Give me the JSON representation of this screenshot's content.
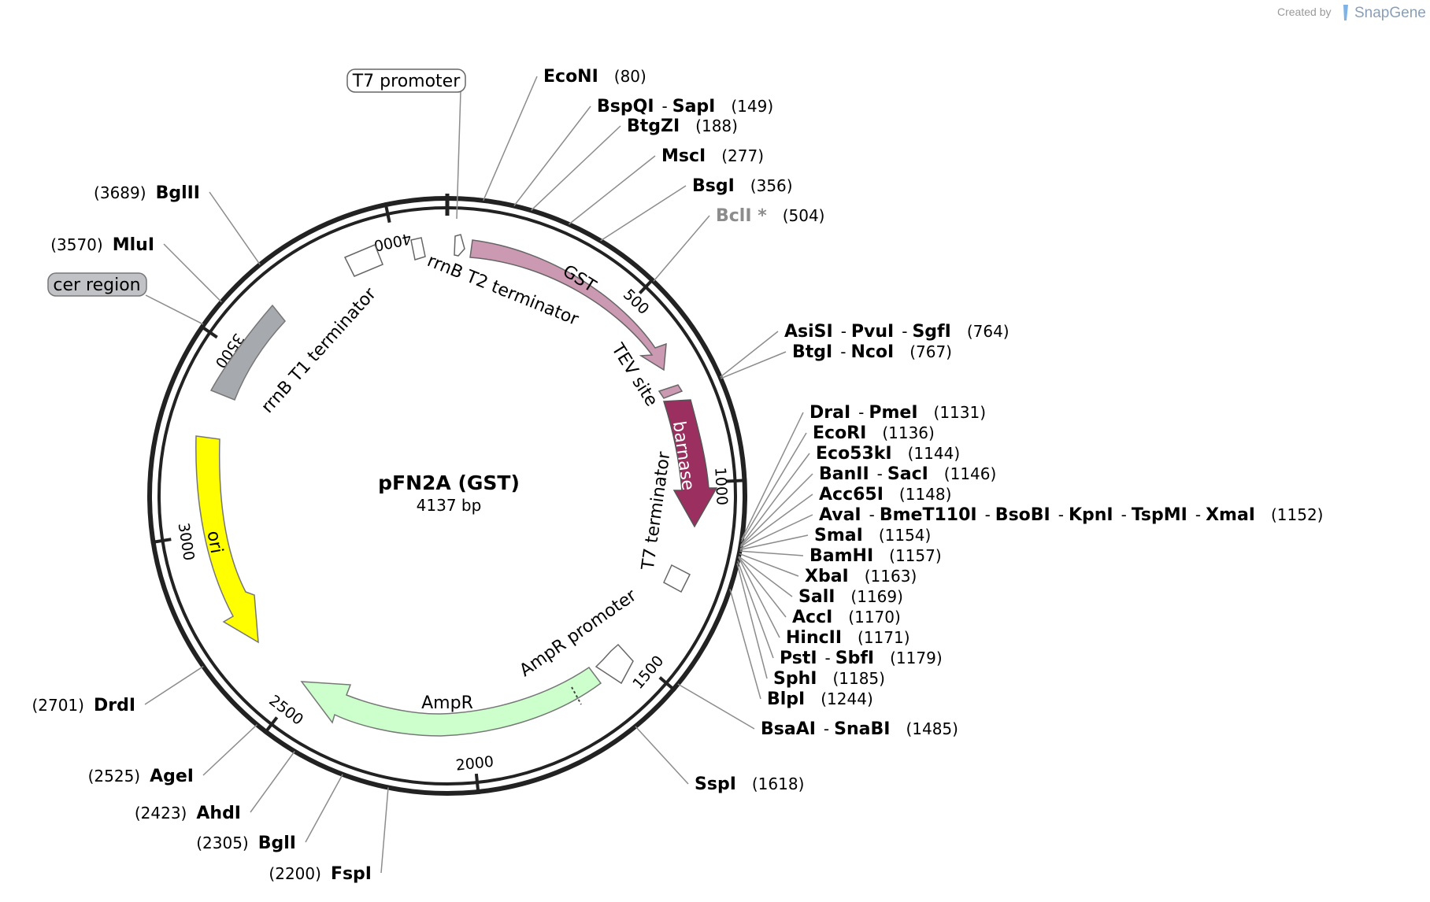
{
  "credit": {
    "prefix": "Created by",
    "brand": "SnapGene"
  },
  "plasmid": {
    "name": "pFN2A (GST)",
    "size": "4137 bp"
  },
  "ticks": [
    "500",
    "1000",
    "1500",
    "2000",
    "2500",
    "3000",
    "3500",
    "4000"
  ],
  "features": [
    {
      "label": "T7 promoter",
      "boxed": true,
      "box_color": "#ffffff"
    },
    {
      "label": "cer region",
      "boxed": true,
      "box_color": "#c0c2c6"
    },
    {
      "label": "GST",
      "color": "#cc99b3"
    },
    {
      "label": "TEV site",
      "color": "#cc99b3"
    },
    {
      "label": "barnase",
      "color": "#9a2f60"
    },
    {
      "label": "T7 terminator"
    },
    {
      "label": "AmpR promoter"
    },
    {
      "label": "AmpR",
      "color": "#ccffcc"
    },
    {
      "label": "ori",
      "color": "#ffff00"
    },
    {
      "label": "rrnB T1 terminator",
      "color": "#a6a9ad"
    },
    {
      "label": "rrnB T2 terminator"
    }
  ],
  "sites_right": [
    {
      "names": [
        "EcoNI"
      ],
      "pos": "(80)"
    },
    {
      "names": [
        "BspQI",
        "SapI"
      ],
      "pos": "(149)"
    },
    {
      "names": [
        "BtgZI"
      ],
      "pos": "(188)"
    },
    {
      "names": [
        "MscI"
      ],
      "pos": "(277)"
    },
    {
      "names": [
        "BsgI"
      ],
      "pos": "(356)"
    },
    {
      "names": [
        "BclI *"
      ],
      "pos": "(504)",
      "gray": true
    },
    {
      "names": [
        "AsiSI",
        "PvuI",
        "SgfI"
      ],
      "pos": "(764)"
    },
    {
      "names": [
        "BtgI",
        "NcoI"
      ],
      "pos": "(767)"
    },
    {
      "names": [
        "DraI",
        "PmeI"
      ],
      "pos": "(1131)"
    },
    {
      "names": [
        "EcoRI"
      ],
      "pos": "(1136)"
    },
    {
      "names": [
        "Eco53kI"
      ],
      "pos": "(1144)"
    },
    {
      "names": [
        "BanII",
        "SacI"
      ],
      "pos": "(1146)"
    },
    {
      "names": [
        "Acc65I"
      ],
      "pos": "(1148)"
    },
    {
      "names": [
        "AvaI",
        "BmeT110I",
        "BsoBI",
        "KpnI",
        "TspMI",
        "XmaI"
      ],
      "pos": "(1152)"
    },
    {
      "names": [
        "SmaI"
      ],
      "pos": "(1154)"
    },
    {
      "names": [
        "BamHI"
      ],
      "pos": "(1157)"
    },
    {
      "names": [
        "XbaI"
      ],
      "pos": "(1163)"
    },
    {
      "names": [
        "SalI"
      ],
      "pos": "(1169)"
    },
    {
      "names": [
        "AccI"
      ],
      "pos": "(1170)"
    },
    {
      "names": [
        "HincII"
      ],
      "pos": "(1171)"
    },
    {
      "names": [
        "PstI",
        "SbfI"
      ],
      "pos": "(1179)"
    },
    {
      "names": [
        "SphI"
      ],
      "pos": "(1185)"
    },
    {
      "names": [
        "BlpI"
      ],
      "pos": "(1244)"
    },
    {
      "names": [
        "BsaAI",
        "SnaBI"
      ],
      "pos": "(1485)"
    },
    {
      "names": [
        "SspI"
      ],
      "pos": "(1618)"
    }
  ],
  "sites_left": [
    {
      "names": [
        "BglII"
      ],
      "pos": "(3689)"
    },
    {
      "names": [
        "MluI"
      ],
      "pos": "(3570)"
    },
    {
      "names": [
        "DrdI"
      ],
      "pos": "(2701)"
    },
    {
      "names": [
        "AgeI"
      ],
      "pos": "(2525)"
    },
    {
      "names": [
        "AhdI"
      ],
      "pos": "(2423)"
    },
    {
      "names": [
        "BglI"
      ],
      "pos": "(2305)"
    },
    {
      "names": [
        "FspI"
      ],
      "pos": "(2200)"
    }
  ]
}
